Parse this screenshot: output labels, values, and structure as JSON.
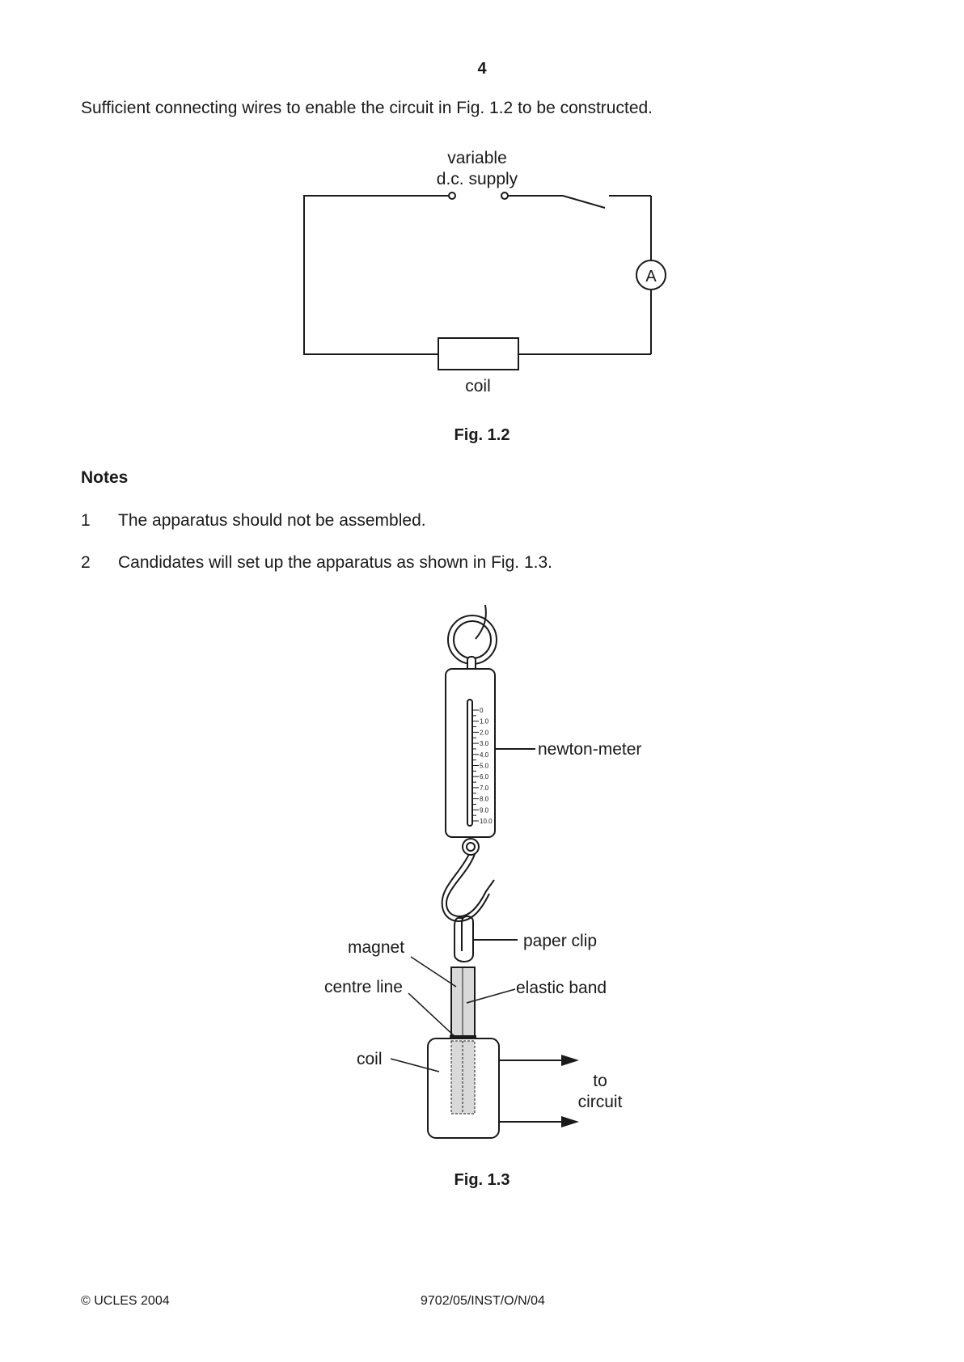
{
  "page_number": "4",
  "intro_text": "Sufficient connecting wires to enable the circuit in Fig. 1.2 to be constructed.",
  "fig12": {
    "supply_label_line1": "variable",
    "supply_label_line2": "d.c. supply",
    "ammeter_symbol": "A",
    "coil_label": "coil",
    "caption": "Fig. 1.2"
  },
  "notes": {
    "heading": "Notes",
    "items": [
      {
        "num": "1",
        "text": "The apparatus should not be assembled."
      },
      {
        "num": "2",
        "text": "Candidates will set up the apparatus as shown in Fig. 1.3."
      }
    ]
  },
  "fig13": {
    "scale_ticks": [
      "0",
      "1.0",
      "2.0",
      "3.0",
      "4.0",
      "5.0",
      "6.0",
      "7.0",
      "8.0",
      "9.0",
      "10.0"
    ],
    "newton_meter_label": "newton-meter",
    "magnet_label": "magnet",
    "paper_clip_label": "paper clip",
    "centre_line_label": "centre line",
    "elastic_band_label": "elastic band",
    "coil_label": "coil",
    "to_circuit_line1": "to",
    "to_circuit_line2": "circuit",
    "caption": "Fig. 1.3"
  },
  "footer": {
    "copyright": "© UCLES 2004",
    "code": "9702/05/INST/O/N/04"
  }
}
